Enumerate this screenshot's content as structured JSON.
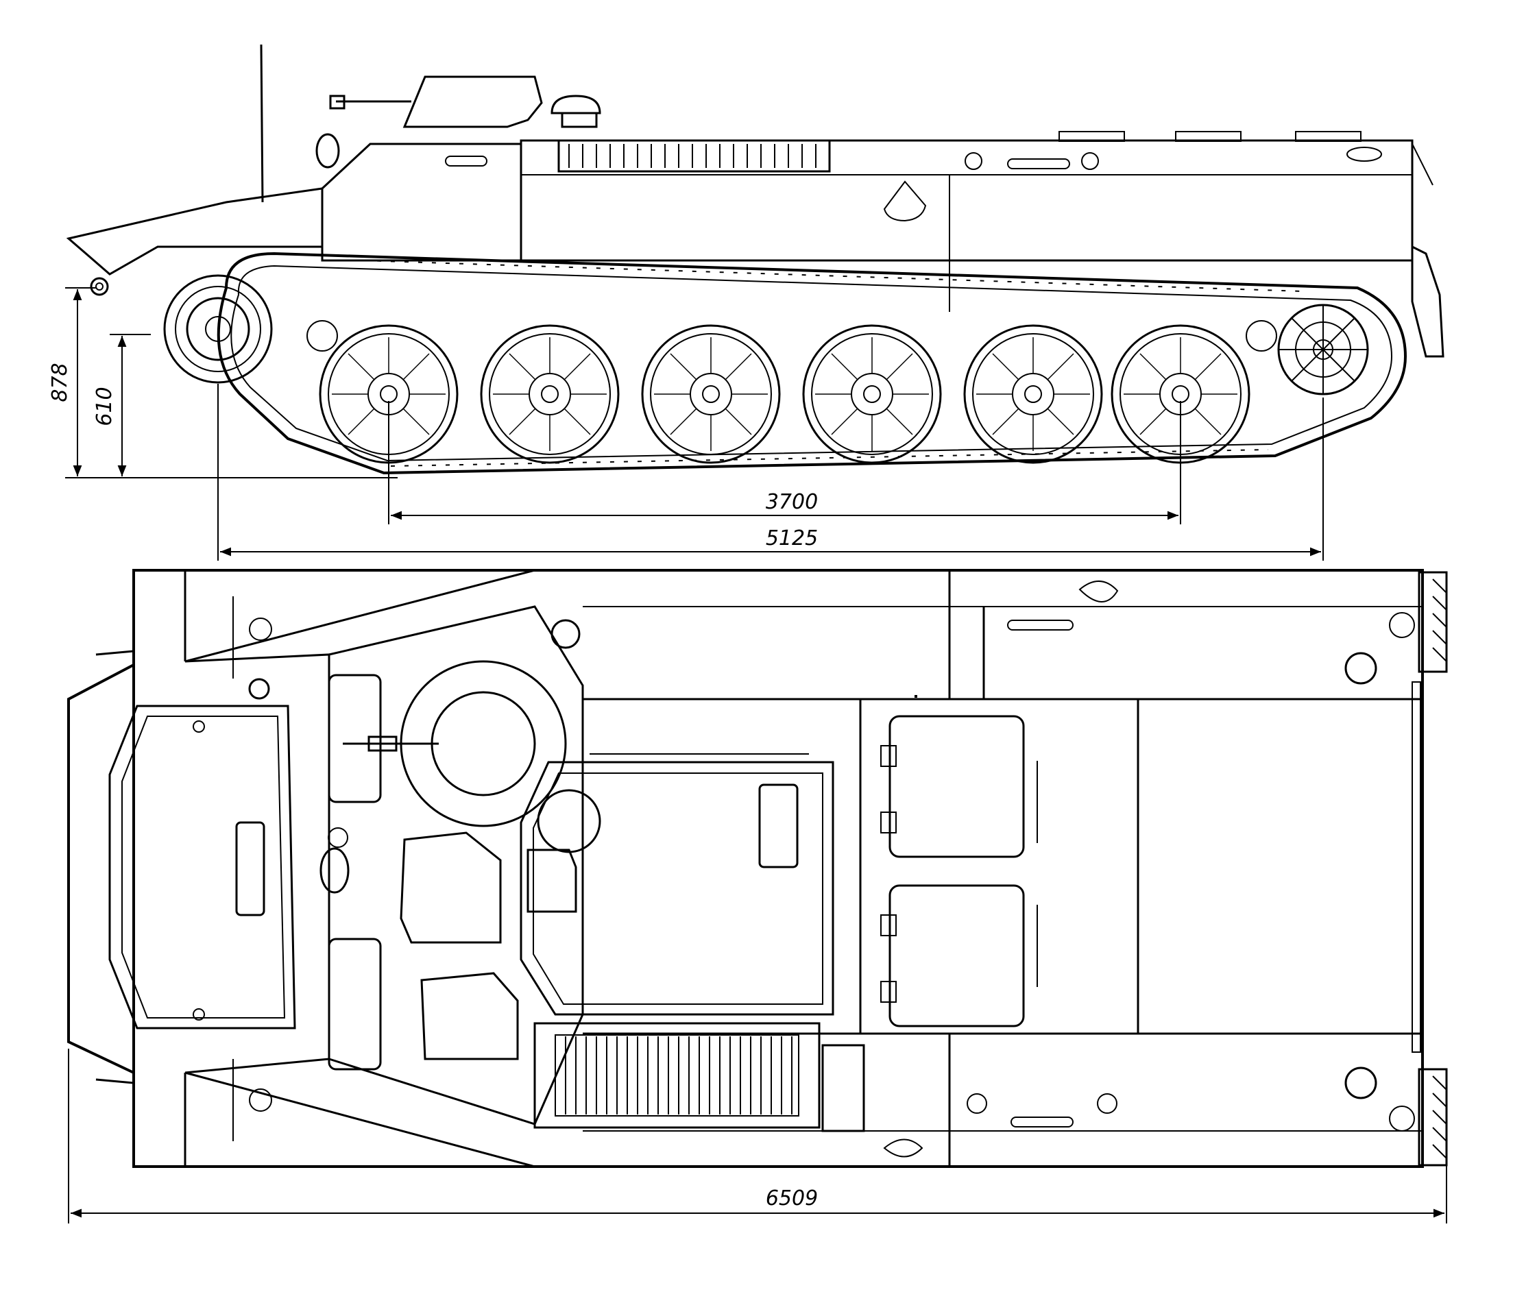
{
  "colors": {
    "line": "#000000",
    "background": "#ffffff"
  },
  "dimensions": {
    "side_height_total": "878",
    "side_height_hull": "610",
    "side_wheelbase": "3700",
    "side_track_length": "5125",
    "top_overall_length": "6509"
  },
  "views": [
    "side-view",
    "top-view"
  ]
}
